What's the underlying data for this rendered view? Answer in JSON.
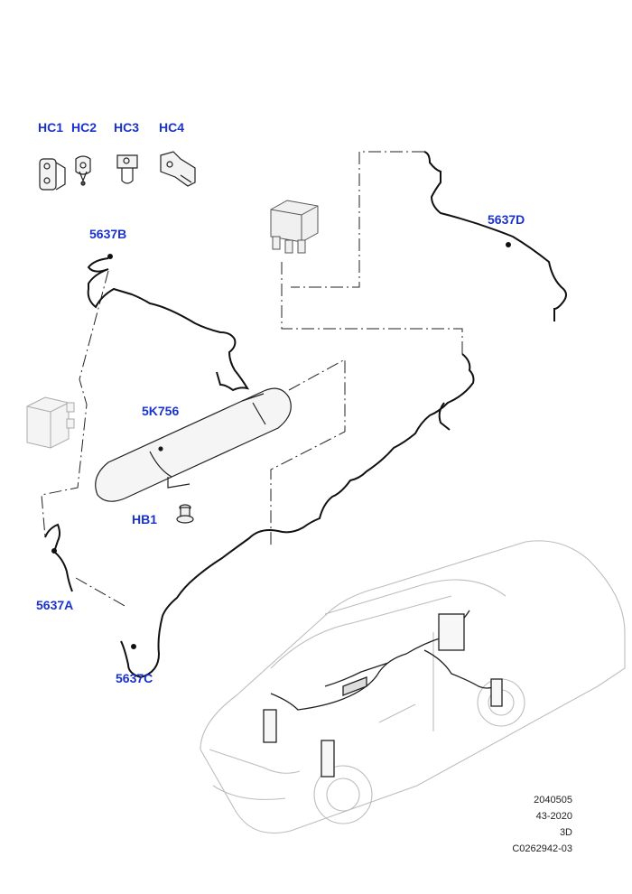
{
  "callouts": {
    "hc1": "HC1",
    "hc2": "HC2",
    "hc3": "HC3",
    "hc4": "HC4",
    "p5637b": "5637B",
    "p5637d": "5637D",
    "p5k756": "5K756",
    "hb1": "HB1",
    "p5637a": "5637A",
    "p5637c": "5637C"
  },
  "meta": {
    "line1": "2040505",
    "line2": "43-2020",
    "line3": "3D",
    "line4": "C0262942-03"
  },
  "colors": {
    "callout": "#1a33cc",
    "line": "#111111",
    "ghost": "#b8b8b8"
  }
}
